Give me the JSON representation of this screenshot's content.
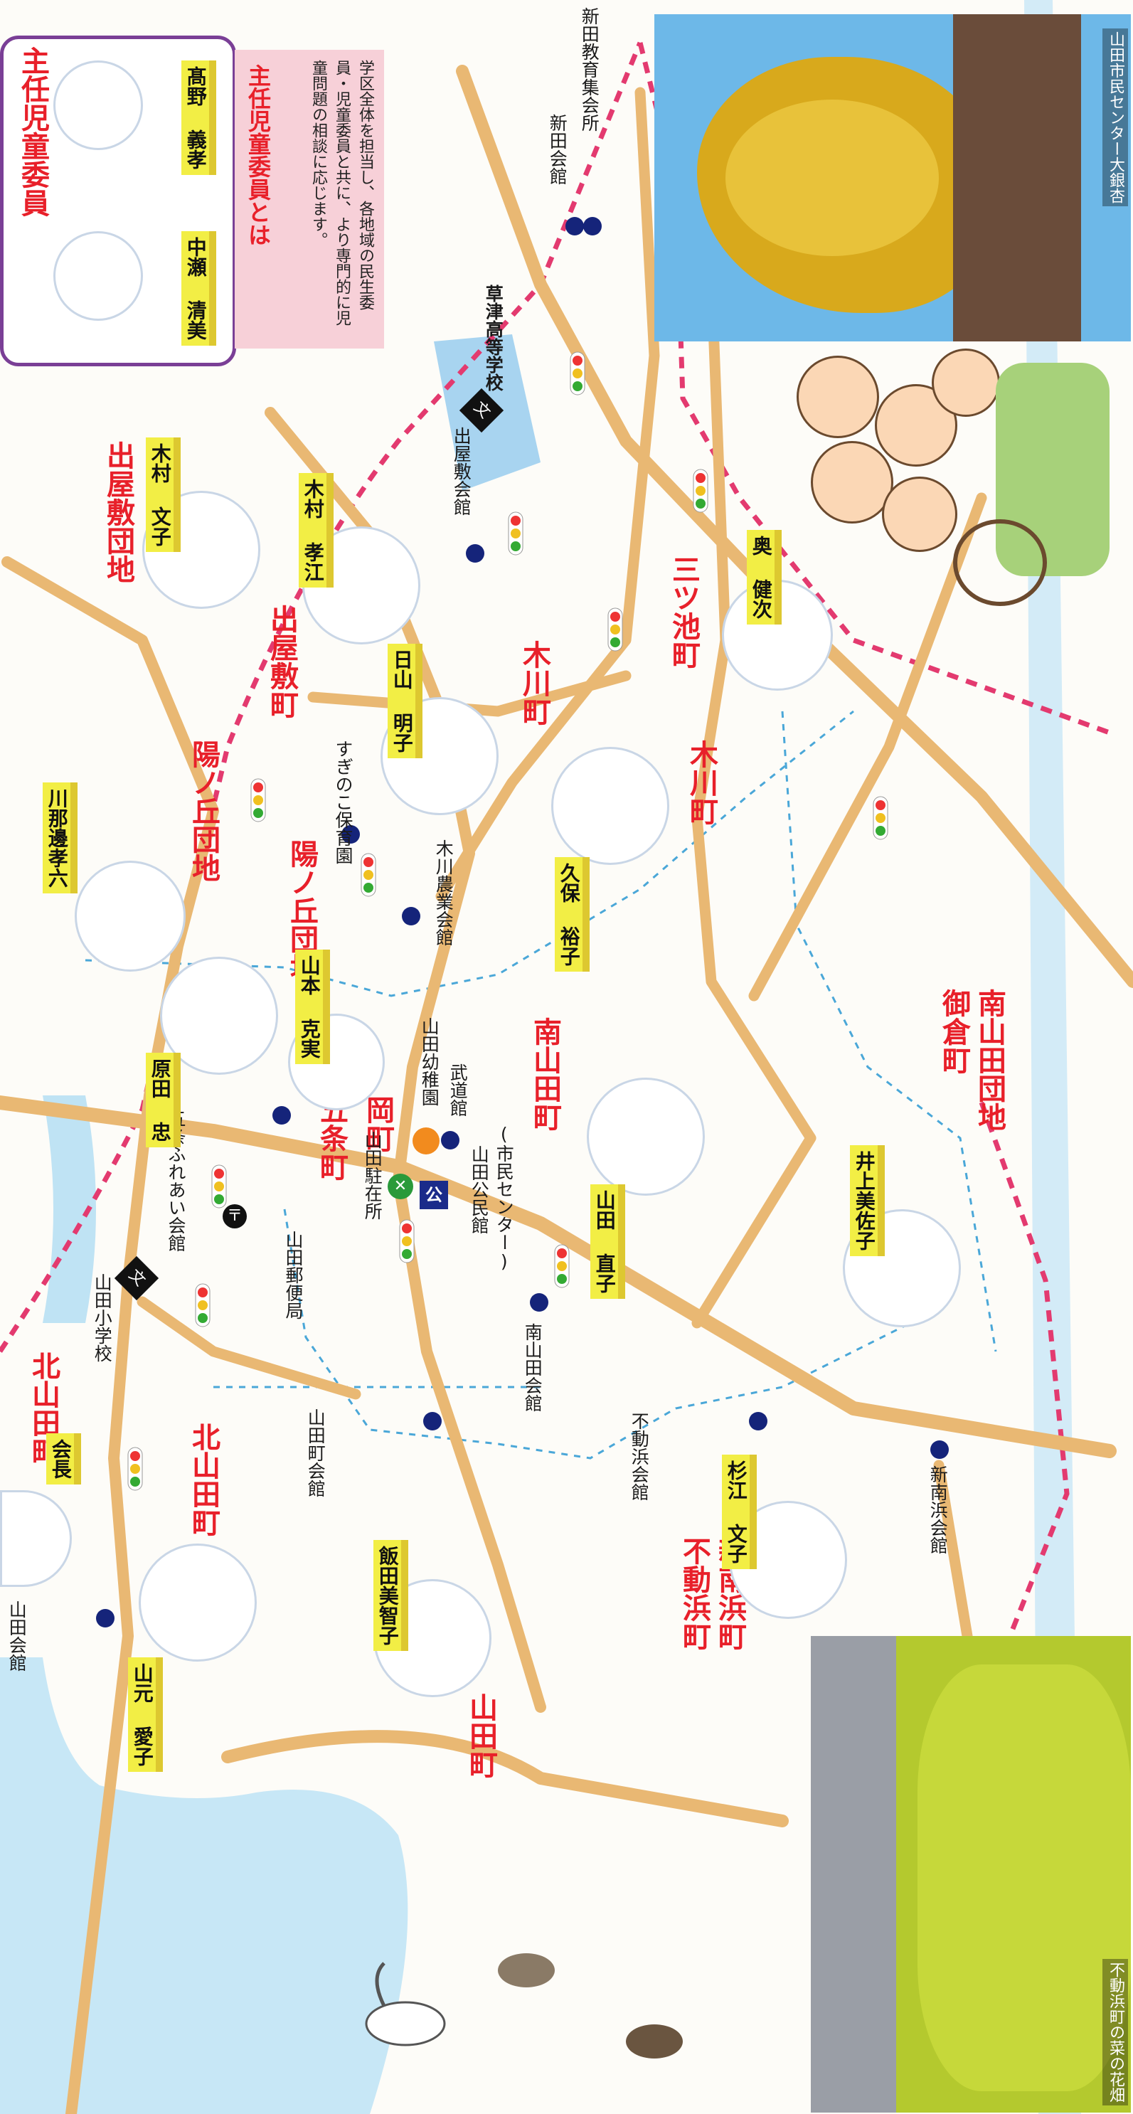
{
  "legend": {
    "title": "主任児童委員",
    "members": [
      {
        "name": "髙野 義孝"
      },
      {
        "name": "中瀬 清美"
      }
    ],
    "about_title": "主任児童委員とは",
    "about_text": "学区全体を担当し、各地域の民生委員・児童委員と共に、より専門的に児童問題の相談に応じます。"
  },
  "areas": [
    "出屋敷団地",
    "出屋敷町",
    "陽ノ丘団地",
    "陽ノ丘団地",
    "木川町",
    "三ツ池町",
    "木川町",
    "五条町",
    "岡町",
    "南山田町",
    "御倉町",
    "南山田団地",
    "北山田町",
    "北山田町",
    "山田町",
    "不動浜町",
    "新南浜町"
  ],
  "facilities": [
    "新田教育集会所",
    "新田会館",
    "草津高等学校",
    "出屋敷会館",
    "すぎのこ保育園",
    "木川農業会館",
    "山田幼稚園",
    "武道館",
    "五条ふれあい会館",
    "山田駐在所",
    "山田公民館",
    "(市民センター)",
    "山田郵便局",
    "山田小学校",
    "南山田会館",
    "山田町会館",
    "不動浜会館",
    "新南浜会館",
    "山田会館"
  ],
  "volunteers": [
    "木村 文子",
    "木村 孝江",
    "日山 明子",
    "川那邊孝六",
    "山本 克実",
    "原田 忠",
    "久保 裕子",
    "奥 健次",
    "山田 直子",
    "井上美佐子",
    "杉江 文子",
    "飯田美智子",
    "山元 愛子",
    "会長"
  ],
  "symbols": {
    "school": "文",
    "public_hall": "公",
    "post": "〒",
    "police": "✕"
  },
  "photo_captions": [
    "山田市民センター大銀杏",
    "不動浜町の菜の花畑"
  ],
  "colors": {
    "area_text": "#e8202a",
    "road": "#e9b873",
    "boundary": "#e33a6f",
    "tag": "#f2ee45",
    "facility_dot": "#15247a",
    "water": "#bfe3f4",
    "legend_border": "#7a3f96"
  }
}
